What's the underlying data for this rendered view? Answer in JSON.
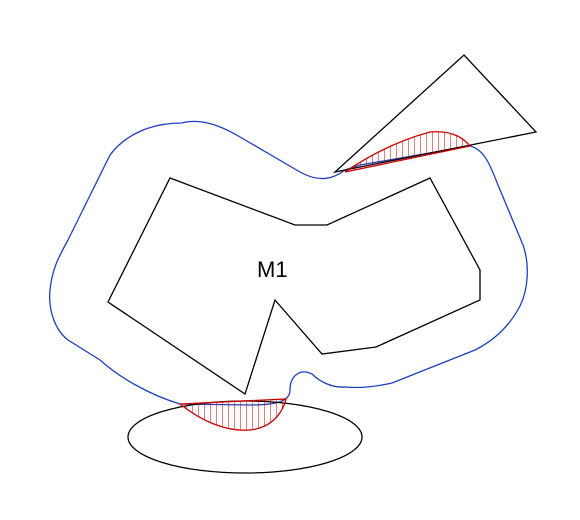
{
  "diagram": {
    "label": "M1",
    "colors": {
      "shape_outline": "#000000",
      "offset_boundary": "#1f3fbf",
      "overlap_hatch": "#cc0000",
      "background": "#ffffff"
    },
    "elements": [
      "polygon-m1",
      "offset-boundary",
      "triangle",
      "ellipse",
      "overlap-region-triangle",
      "overlap-region-ellipse"
    ]
  }
}
